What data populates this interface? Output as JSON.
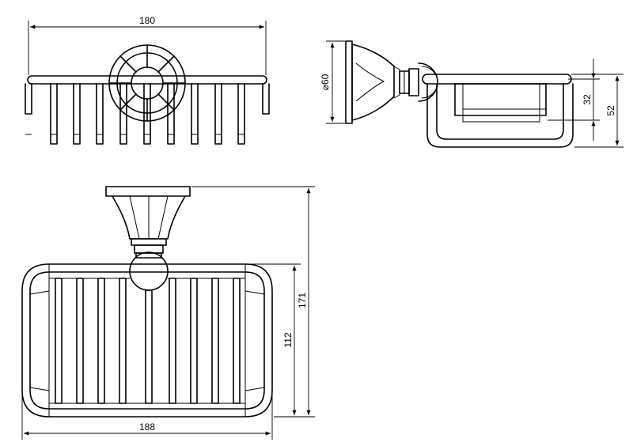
{
  "dimensions": {
    "top_width": "180",
    "diameter": "⌀60",
    "depth_inner": "32",
    "depth_outer": "52",
    "height_total": "171",
    "height_basket": "112",
    "width_bottom": "188"
  },
  "colors": {
    "line": "#000000",
    "background": "#ffffff"
  }
}
